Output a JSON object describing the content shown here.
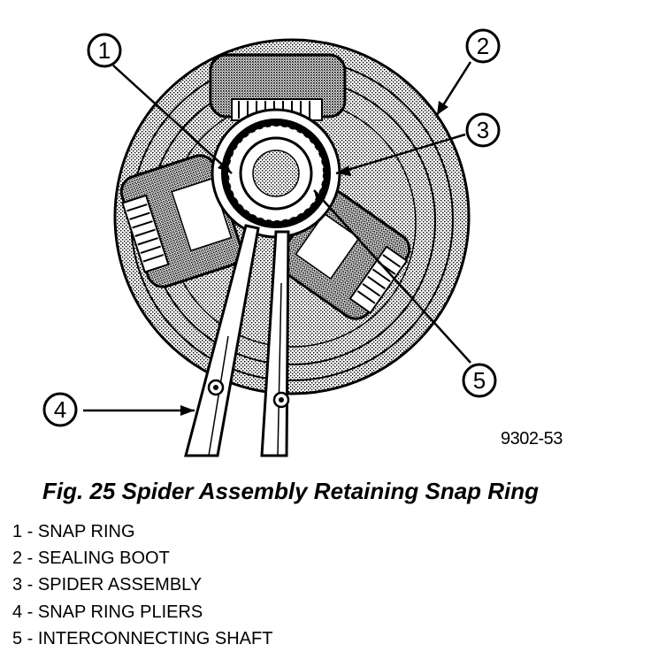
{
  "figure": {
    "code": "9302-53",
    "caption": "Fig. 25 Spider Assembly Retaining Snap Ring"
  },
  "callouts": [
    {
      "number": "1",
      "label": "SNAP RING"
    },
    {
      "number": "2",
      "label": "SEALING BOOT"
    },
    {
      "number": "3",
      "label": "SPIDER ASSEMBLY"
    },
    {
      "number": "4",
      "label": "SNAP RING PLIERS"
    },
    {
      "number": "5",
      "label": "INTERCONNECTING SHAFT"
    }
  ],
  "legend": [
    "1 - SNAP RING",
    "2 - SEALING BOOT",
    "3 - SPIDER ASSEMBLY",
    "4 - SNAP RING PLIERS",
    "5 - INTERCONNECTING SHAFT"
  ]
}
